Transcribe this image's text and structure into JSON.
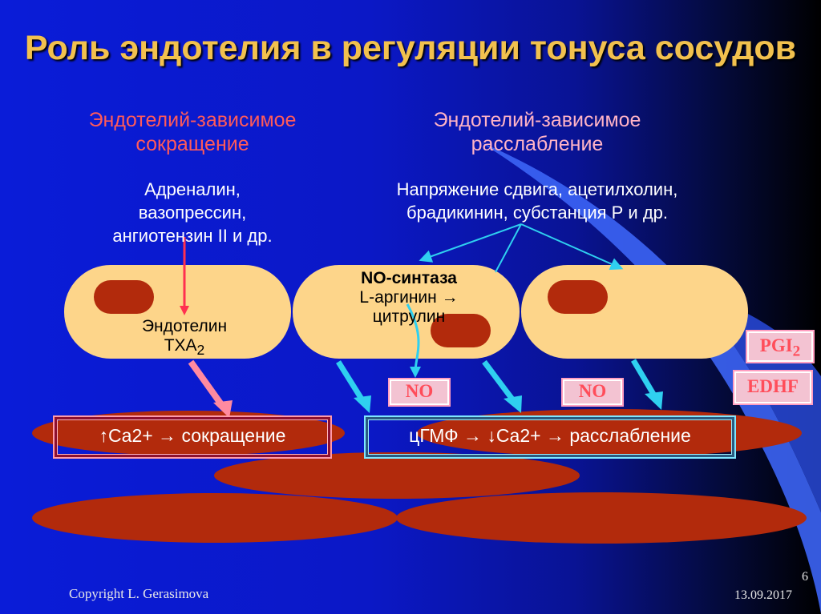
{
  "slide": {
    "title": "Роль эндотелия в регуляции тонуса сосудов",
    "left_caption_line1": "Эндотелий-зависимое",
    "left_caption_line2": "сокращение",
    "right_caption_line1": "Эндотелий-зависимое",
    "right_caption_line2": "расслабление",
    "left_stimuli_line1": "Адреналин,",
    "left_stimuli_line2": "вазопрессин,",
    "left_stimuli_line3": "ангиотензин II и др.",
    "right_stimuli_line1": "Напряжение сдвига, ацетилхолин,",
    "right_stimuli_line2": "брадикинин, субстанция Р и др.",
    "cell1_line1": "Эндотелин",
    "cell1_line2": "TXA",
    "cell1_sub": "2",
    "cell2_line1": "NO-синтаза",
    "cell2_line2": "L-аргинин →",
    "cell2_line3": "цитрулин",
    "no_label_1": "NO",
    "no_label_2": "NO",
    "pgi_label": "PGI",
    "pgi_sub": "2",
    "edhf_label": "EDHF",
    "contraction_box": "↑Ca2+ → сокращение",
    "relaxation_box": "цГМФ → ↓Ca2+ → расслабление",
    "copyright": "Copyright L. Gerasimova",
    "page_number": "6",
    "date": "13.09.2017"
  },
  "colors": {
    "background": "#0a1cd8",
    "title": "#f2c14e",
    "cell": "#fdd58a",
    "nucleus": "#b22a0c",
    "muscle": "#b22a0c",
    "arrow_pink": "#ff8aa0",
    "arrow_cyan": "#2fd0f0",
    "caption_red": "#ff5a5a",
    "caption_pink": "#ffb3c6"
  }
}
